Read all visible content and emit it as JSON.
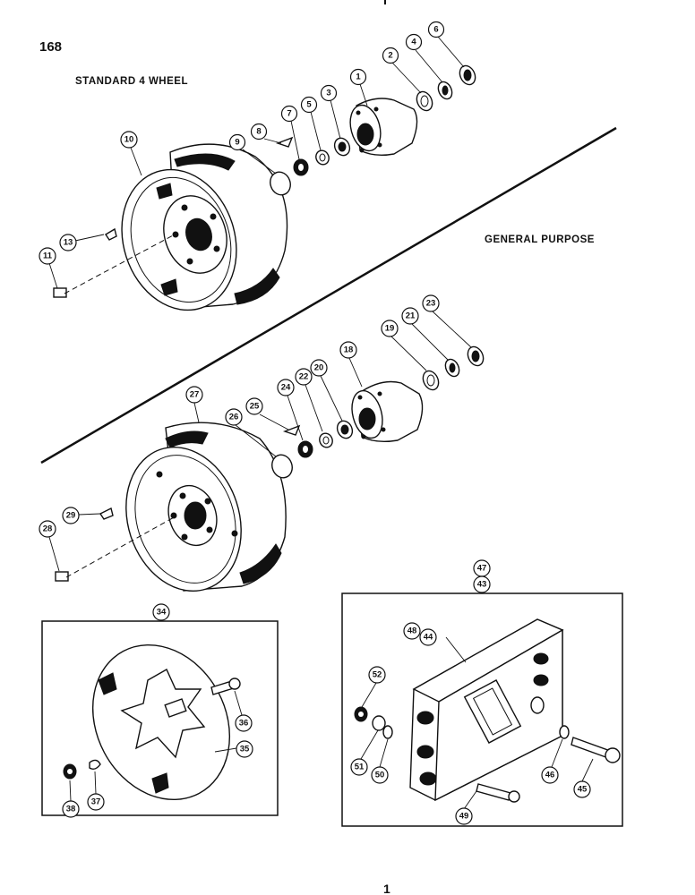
{
  "page": {
    "page_number": "168",
    "section_standard": "STANDARD 4 WHEEL",
    "section_general": "GENERAL PURPOSE",
    "footer_mark": "1"
  },
  "callouts": {
    "c1": "1",
    "c2": "2",
    "c3": "3",
    "c4": "4",
    "c5": "5",
    "c6": "6",
    "c7": "7",
    "c8": "8",
    "c9": "9",
    "c10": "10",
    "c11": "11",
    "c13": "13",
    "c18": "18",
    "c19": "19",
    "c20": "20",
    "c21": "21",
    "c22": "22",
    "c23": "23",
    "c24": "24",
    "c25": "25",
    "c26": "26",
    "c27": "27",
    "c28": "28",
    "c29": "29",
    "c34": "34",
    "c35": "35",
    "c36": "36",
    "c37": "37",
    "c38": "38",
    "c43": "43",
    "c44": "44",
    "c45": "45",
    "c46": "46",
    "c47": "47",
    "c48": "48",
    "c49": "49",
    "c50": "50",
    "c51": "51",
    "c52": "52"
  }
}
